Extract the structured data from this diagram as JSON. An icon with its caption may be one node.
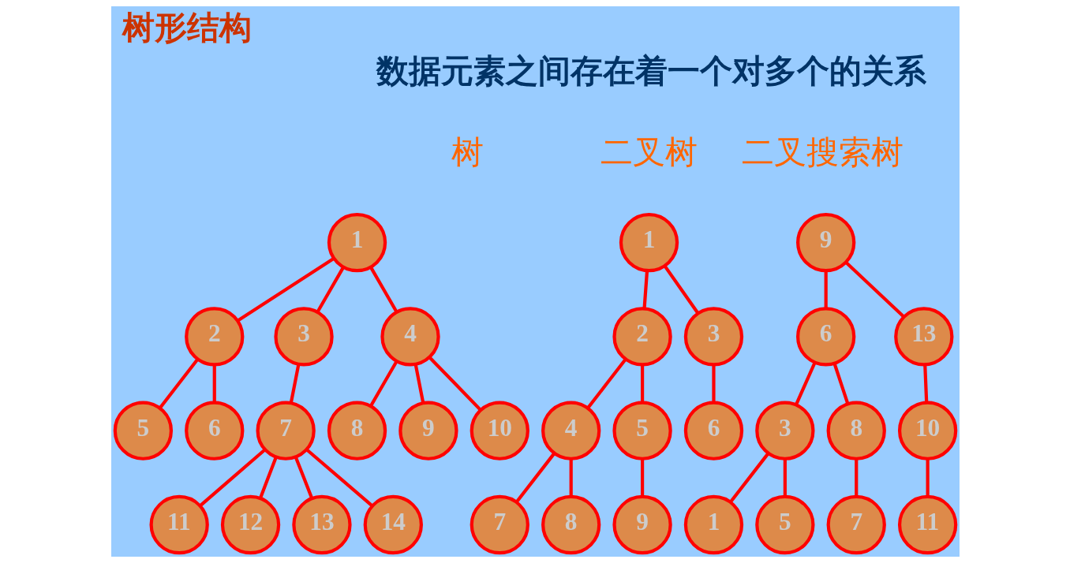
{
  "diagram": {
    "title": "树形结构",
    "nodes": [
      {
        "text": [
          "1"
        ]
      },
      {
        "text": [
          "2"
        ]
      },
      {
        "text": [
          "3"
        ]
      },
      {
        "text": [
          "4"
        ]
      },
      {
        "text": [
          "5"
        ]
      },
      {
        "text": [
          "6"
        ]
      },
      {
        "text": [
          "7"
        ]
      },
      {
        "text": [
          "8"
        ]
      },
      {
        "text": [
          "9"
        ]
      },
      {
        "text": [
          "10"
        ]
      },
      {
        "text": [
          "11"
        ]
      },
      {
        "text": [
          "12"
        ]
      },
      {
        "text": [
          "13"
        ]
      },
      {
        "text": [
          "14"
        ]
      },
      {
        "text": [
          "1"
        ]
      },
      {
        "text": [
          "2"
        ]
      },
      {
        "text": [
          "3"
        ]
      },
      {
        "text": [
          "4"
        ]
      },
      {
        "text": [
          "5"
        ]
      },
      {
        "text": [
          "6"
        ]
      },
      {
        "text": [
          "7"
        ]
      },
      {
        "text": [
          "8"
        ]
      },
      {
        "text": [
          "9"
        ]
      },
      {
        "text": [
          "9"
        ]
      },
      {
        "text": [
          "6"
        ]
      },
      {
        "text": [
          "13"
        ]
      },
      {
        "text": [
          "3"
        ]
      },
      {
        "text": [
          "8"
        ]
      },
      {
        "text": [
          "10"
        ]
      },
      {
        "text": [
          "1"
        ]
      },
      {
        "text": [
          "5"
        ]
      },
      {
        "text": [
          "7"
        ]
      },
      {
        "text": [
          "11"
        ]
      }
    ],
    "edges": [
      {
        "from": 0,
        "to": 1,
        "arrow": "none"
      },
      {
        "from": 0,
        "to": 2,
        "arrow": "none"
      },
      {
        "from": 0,
        "to": 3,
        "arrow": "none"
      },
      {
        "from": 1,
        "to": 4,
        "arrow": "none"
      },
      {
        "from": 1,
        "to": 5,
        "arrow": "none"
      },
      {
        "from": 2,
        "to": 6,
        "arrow": "none"
      },
      {
        "from": 3,
        "to": 7,
        "arrow": "none"
      },
      {
        "from": 3,
        "to": 8,
        "arrow": "none"
      },
      {
        "from": 3,
        "to": 9,
        "arrow": "none"
      },
      {
        "from": 6,
        "to": 10,
        "arrow": "none"
      },
      {
        "from": 6,
        "to": 11,
        "arrow": "none"
      },
      {
        "from": 6,
        "to": 12,
        "arrow": "none"
      },
      {
        "from": 6,
        "to": 13,
        "arrow": "none"
      },
      {
        "from": 14,
        "to": 15,
        "arrow": "none"
      },
      {
        "from": 14,
        "to": 16,
        "arrow": "none"
      },
      {
        "from": 15,
        "to": 17,
        "arrow": "none"
      },
      {
        "from": 15,
        "to": 18,
        "arrow": "none"
      },
      {
        "from": 16,
        "to": 19,
        "arrow": "none"
      },
      {
        "from": 17,
        "to": 20,
        "arrow": "none"
      },
      {
        "from": 17,
        "to": 21,
        "arrow": "none"
      },
      {
        "from": 18,
        "to": 22,
        "arrow": "none"
      },
      {
        "from": 23,
        "to": 24,
        "arrow": "none"
      },
      {
        "from": 23,
        "to": 25,
        "arrow": "none"
      },
      {
        "from": 24,
        "to": 26,
        "arrow": "none"
      },
      {
        "from": 24,
        "to": 27,
        "arrow": "none"
      },
      {
        "from": 25,
        "to": 28,
        "arrow": "none"
      },
      {
        "from": 26,
        "to": 29,
        "arrow": "none"
      },
      {
        "from": 26,
        "to": 30,
        "arrow": "none"
      },
      {
        "from": 27,
        "to": 31,
        "arrow": "none"
      },
      {
        "from": 28,
        "to": 32,
        "arrow": "none"
      }
    ],
    "labels": [
      "数据元素之间存在着一个对多个的关系",
      "树",
      "二叉树",
      "二叉搜索树"
    ]
  }
}
